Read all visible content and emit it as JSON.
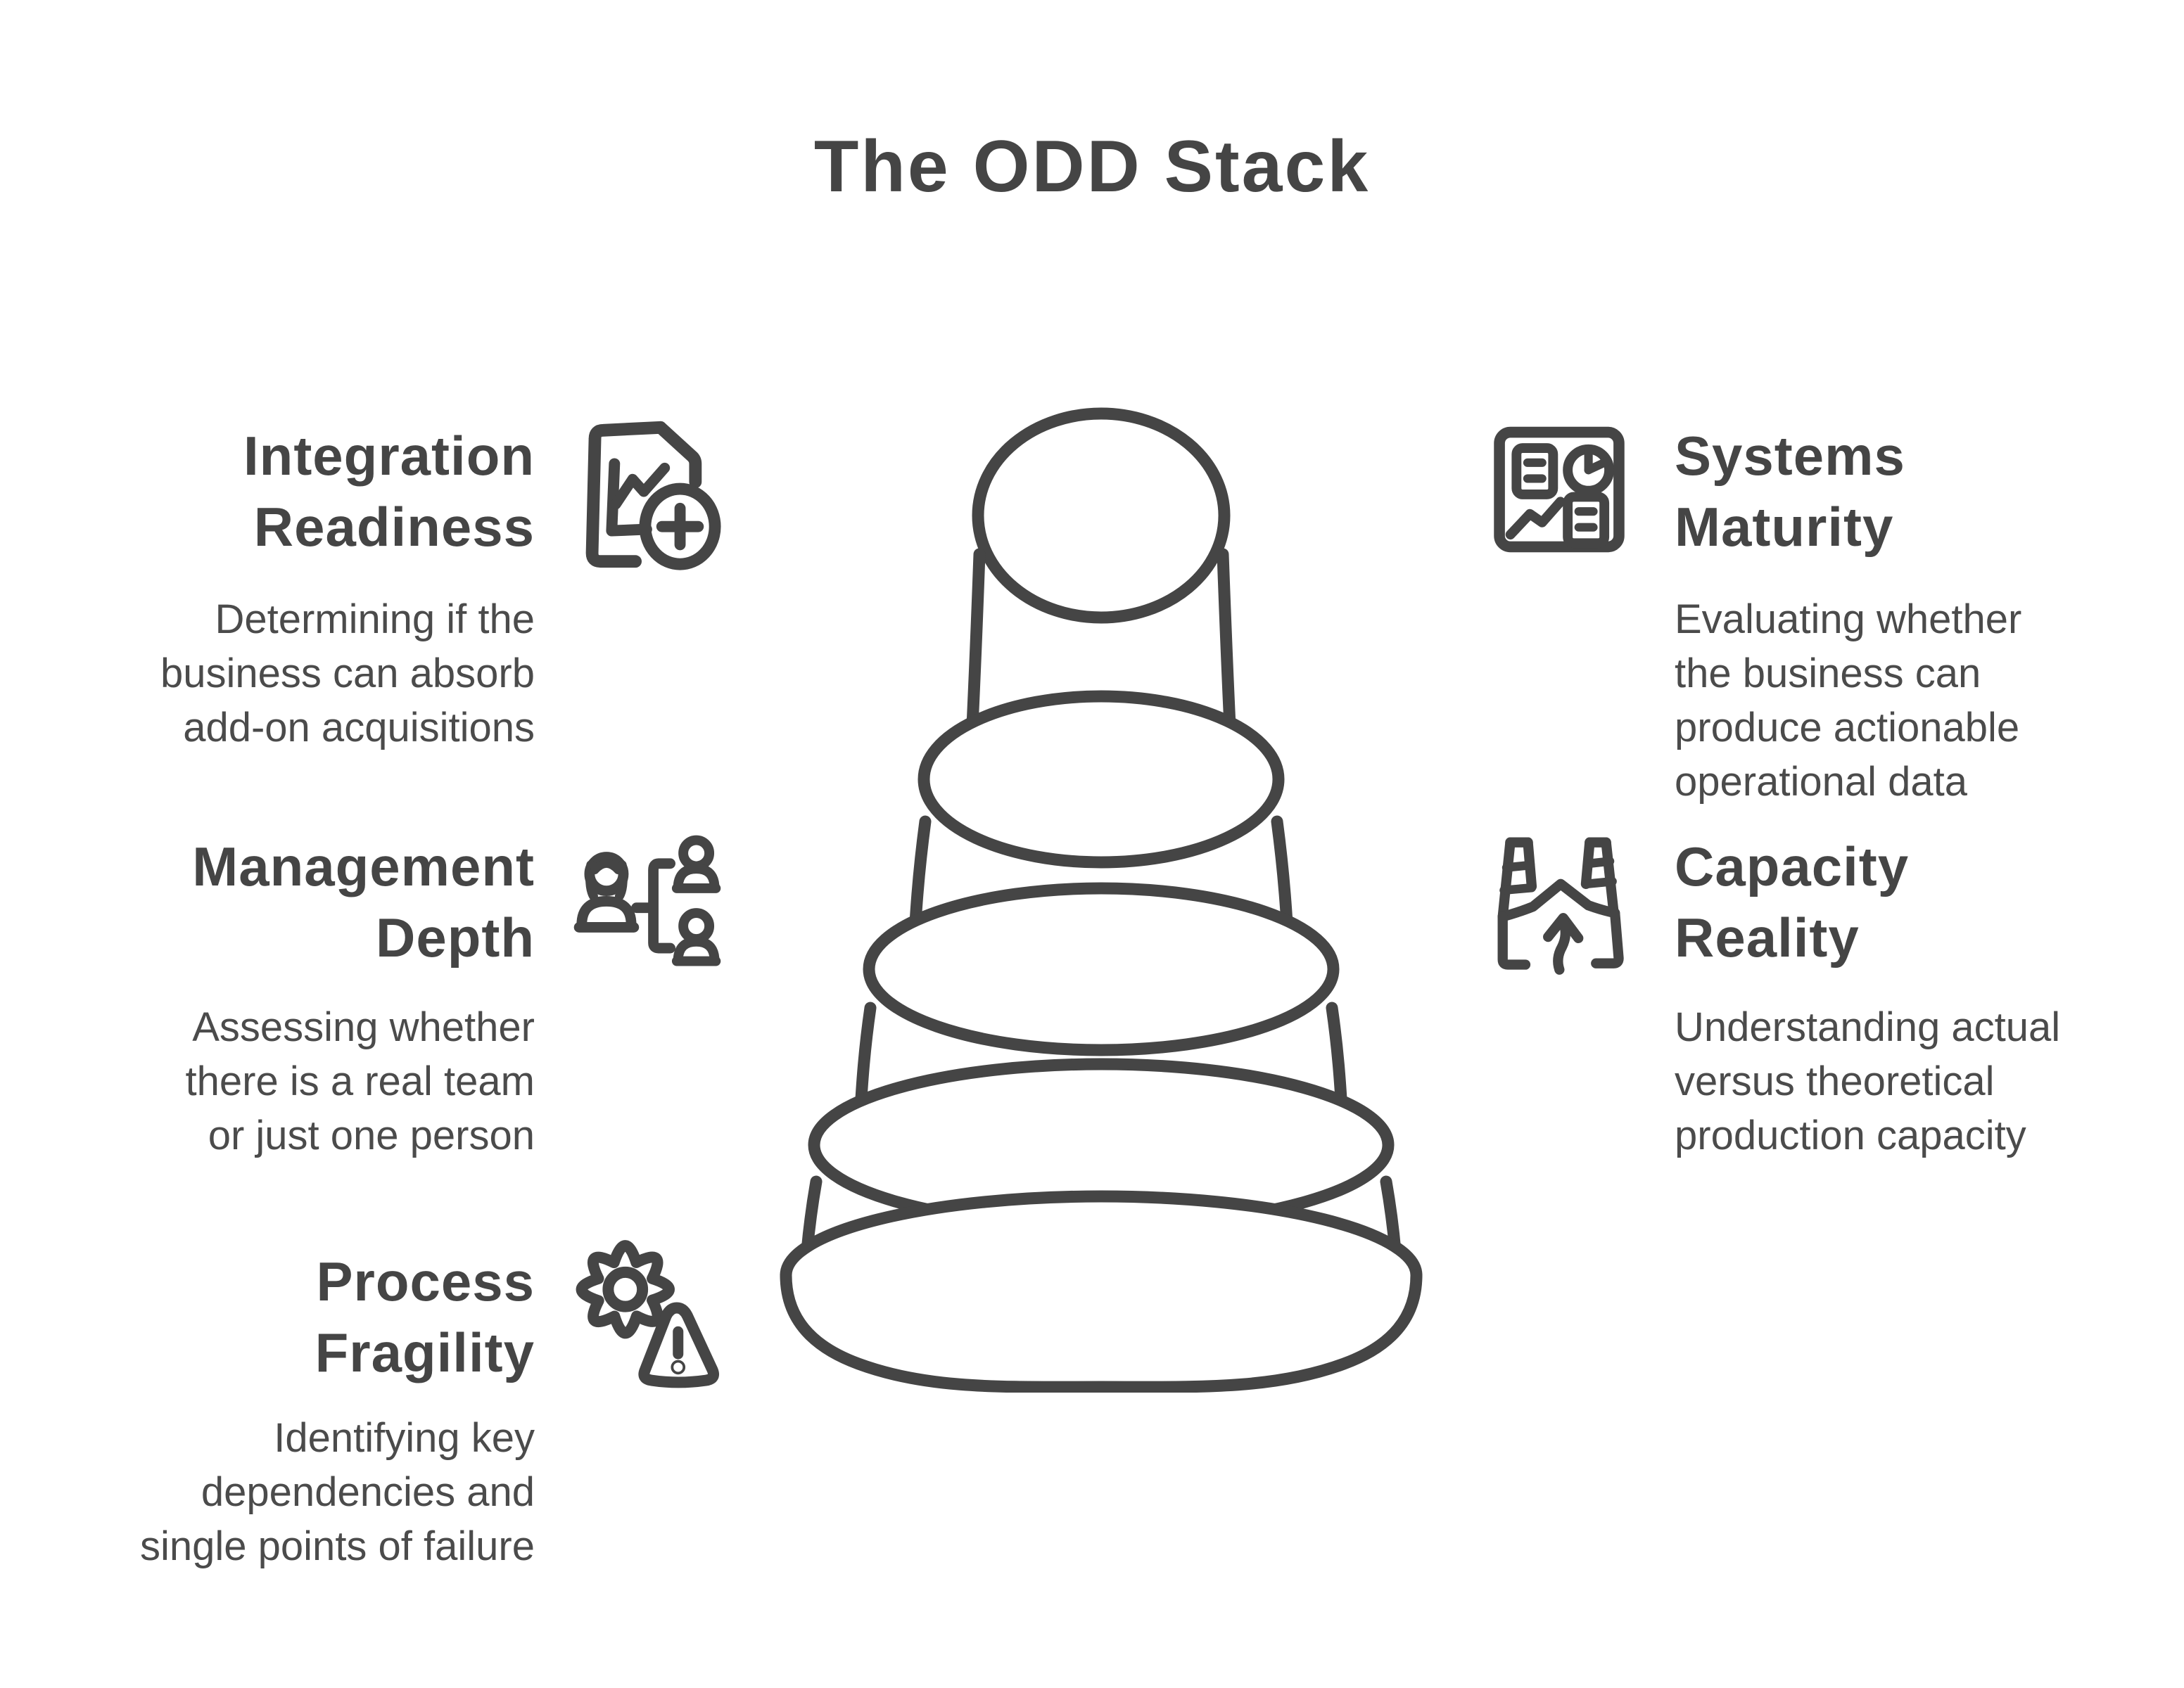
{
  "title": "The ODD Stack",
  "colors": {
    "ink": "#454545",
    "background": "#ffffff"
  },
  "stack": {
    "type": "tiered-stack",
    "tiers": 5
  },
  "sections": [
    {
      "id": "integration-readiness",
      "side": "left",
      "icon": "document-chart-plus-icon",
      "heading": [
        "Integration",
        "Readiness"
      ],
      "description": [
        "Determining if the",
        "business can absorb",
        "add-on acquisitions"
      ]
    },
    {
      "id": "management-depth",
      "side": "left",
      "icon": "org-chart-people-icon",
      "heading": [
        "Management",
        "Depth"
      ],
      "description": [
        "Assessing whether",
        "there is a real team",
        "or just one person"
      ]
    },
    {
      "id": "process-fragility",
      "side": "left",
      "icon": "gear-warning-icon",
      "heading": [
        "Process",
        "Fragility"
      ],
      "description": [
        "Identifying key",
        "dependencies and",
        "single points of failure"
      ]
    },
    {
      "id": "systems-maturity",
      "side": "right",
      "icon": "dashboard-charts-icon",
      "heading": [
        "Systems",
        "Maturity"
      ],
      "description": [
        "Evaluating whether",
        "the business can",
        "produce actionable",
        "operational data"
      ]
    },
    {
      "id": "capacity-reality",
      "side": "right",
      "icon": "factory-growth-icon",
      "heading": [
        "Capacity",
        "Reality"
      ],
      "description": [
        "Understanding actual",
        "versus theoretical",
        "production capacity"
      ]
    }
  ]
}
